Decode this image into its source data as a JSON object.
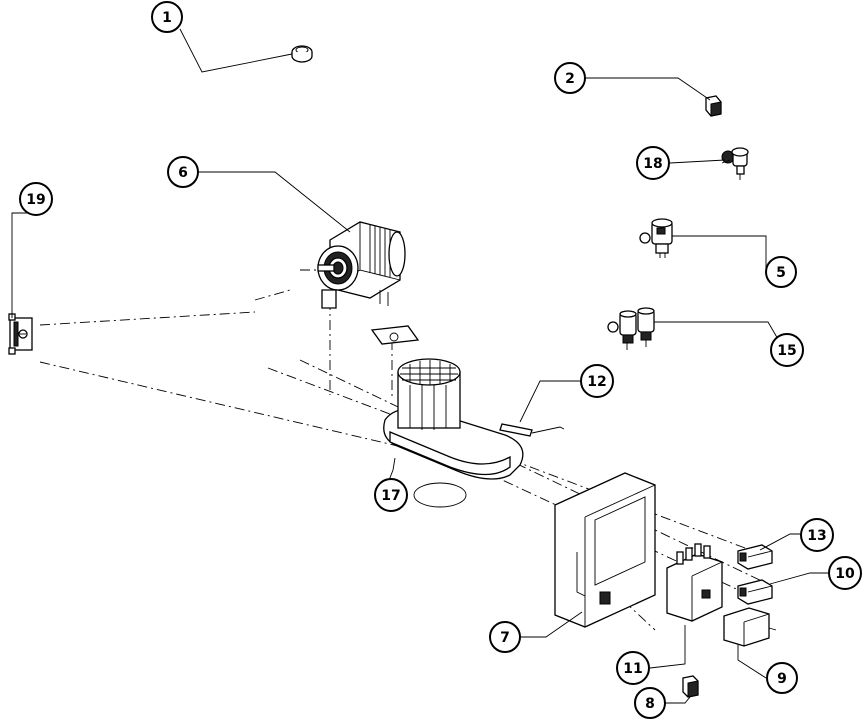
{
  "diagram": {
    "callouts": [
      {
        "id": "c1",
        "label": "1"
      },
      {
        "id": "c2",
        "label": "2"
      },
      {
        "id": "c18",
        "label": "18"
      },
      {
        "id": "c6",
        "label": "6"
      },
      {
        "id": "c19",
        "label": "19"
      },
      {
        "id": "c5",
        "label": "5"
      },
      {
        "id": "c15",
        "label": "15"
      },
      {
        "id": "c12",
        "label": "12"
      },
      {
        "id": "c17",
        "label": "17"
      },
      {
        "id": "c13",
        "label": "13"
      },
      {
        "id": "c10",
        "label": "10"
      },
      {
        "id": "c7",
        "label": "7"
      },
      {
        "id": "c11",
        "label": "11"
      },
      {
        "id": "c9",
        "label": "9"
      },
      {
        "id": "c8",
        "label": "8"
      }
    ]
  }
}
